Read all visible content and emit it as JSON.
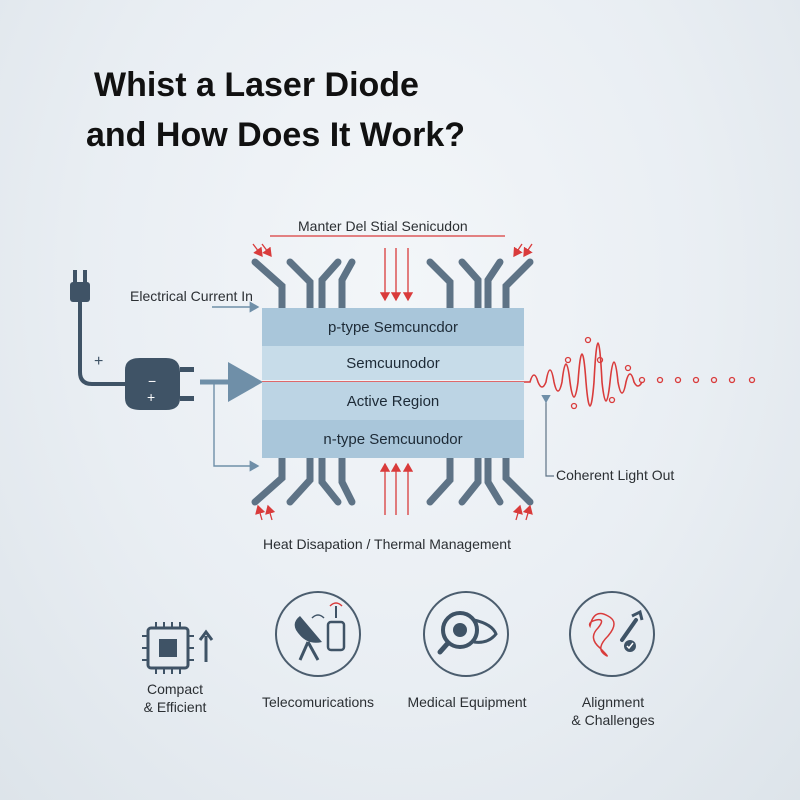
{
  "title": {
    "line1": "Whist a Laser Diode",
    "line2": "and How Does It Work?"
  },
  "labels": {
    "top": "Manter Del Stial Senicudon",
    "electrical": "Electrical Current In",
    "coherent": "Coherent Light Out",
    "heat": "Heat Disapation / Thermal Management"
  },
  "layers": [
    {
      "label": "p-type Semcuncdor"
    },
    {
      "label": "Semcuunodor"
    },
    {
      "label": "Active Region"
    },
    {
      "label": "n-type Semcuunodor"
    }
  ],
  "applications": [
    {
      "line1": "Compact",
      "line2": "& Efficient",
      "icon": "chip-icon"
    },
    {
      "line1": "Telecomurications",
      "line2": "",
      "icon": "satellite-phone-icon"
    },
    {
      "line1": "Medical Equipment",
      "line2": "",
      "icon": "eye-magnifier-icon"
    },
    {
      "line1": "Alignment",
      "line2": "& Challenges",
      "icon": "wrench-icon"
    }
  ],
  "colors": {
    "accent": "#d93b3b",
    "steel": "#4b5d6e",
    "layer": "#a9c6da",
    "text": "#111111"
  }
}
